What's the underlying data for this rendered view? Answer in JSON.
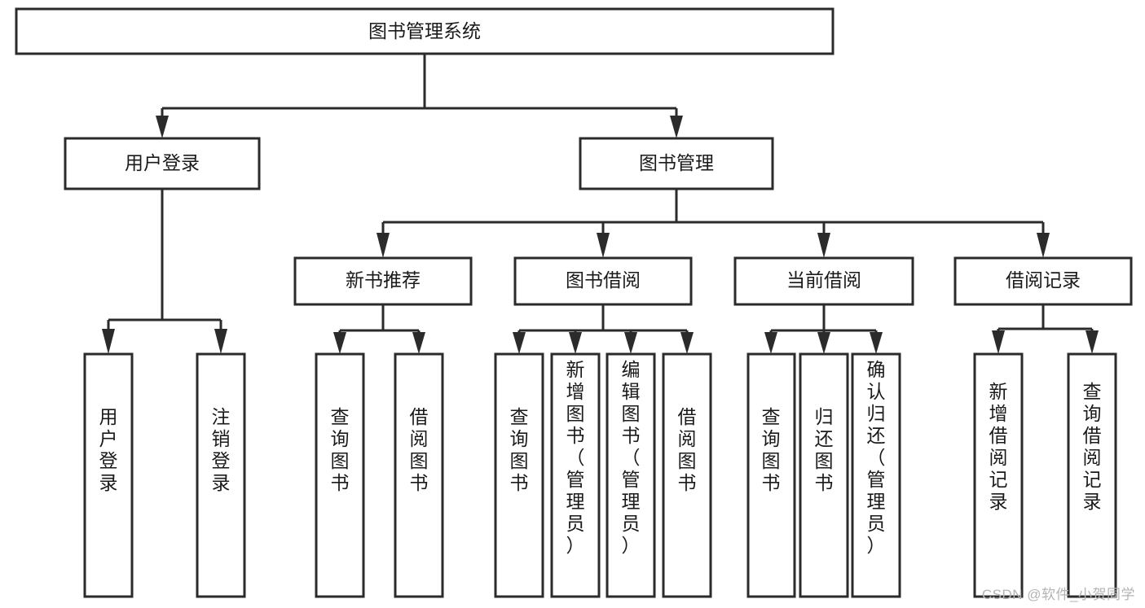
{
  "diagram": {
    "title": "图书管理系统",
    "type": "tree",
    "watermark": "CSDN @软件_小贺同学",
    "colors": {
      "background": "#ffffff",
      "stroke": "#2b2b2b",
      "text": "#1a1a1a",
      "watermark": "#b4b4b4"
    },
    "nodes": {
      "root": {
        "label": "图书管理系统",
        "level": 1,
        "orientation": "horizontal"
      },
      "l2_1": {
        "label": "用户登录",
        "level": 2,
        "orientation": "horizontal"
      },
      "l2_2": {
        "label": "图书管理",
        "level": 2,
        "orientation": "horizontal"
      },
      "l3_1": {
        "label": "新书推荐",
        "level": 3,
        "orientation": "horizontal"
      },
      "l3_2": {
        "label": "图书借阅",
        "level": 3,
        "orientation": "horizontal"
      },
      "l3_3": {
        "label": "当前借阅",
        "level": 3,
        "orientation": "horizontal"
      },
      "l3_4": {
        "label": "借阅记录",
        "level": 3,
        "orientation": "horizontal"
      },
      "leaf_1": {
        "label": "用户登录",
        "level": 4,
        "orientation": "vertical"
      },
      "leaf_2": {
        "label": "注销登录",
        "level": 4,
        "orientation": "vertical"
      },
      "leaf_3": {
        "label": "查询图书",
        "level": 4,
        "orientation": "vertical"
      },
      "leaf_4": {
        "label": "借阅图书",
        "level": 4,
        "orientation": "vertical"
      },
      "leaf_5": {
        "label": "查询图书",
        "level": 4,
        "orientation": "vertical"
      },
      "leaf_6": {
        "label": "新增图书（管理员）",
        "level": 4,
        "orientation": "vertical"
      },
      "leaf_7": {
        "label": "编辑图书（管理员）",
        "level": 4,
        "orientation": "vertical"
      },
      "leaf_8": {
        "label": "借阅图书",
        "level": 4,
        "orientation": "vertical"
      },
      "leaf_9": {
        "label": "查询图书",
        "level": 4,
        "orientation": "vertical"
      },
      "leaf_10": {
        "label": "归还图书",
        "level": 4,
        "orientation": "vertical"
      },
      "leaf_11": {
        "label": "确认归还（管理员）",
        "level": 4,
        "orientation": "vertical"
      },
      "leaf_12": {
        "label": "新增借阅记录",
        "level": 4,
        "orientation": "vertical"
      },
      "leaf_13": {
        "label": "查询借阅记录",
        "level": 4,
        "orientation": "vertical"
      }
    },
    "edges": [
      {
        "from": "root",
        "to": "l2_1"
      },
      {
        "from": "root",
        "to": "l2_2"
      },
      {
        "from": "l2_1",
        "to": "leaf_1"
      },
      {
        "from": "l2_1",
        "to": "leaf_2"
      },
      {
        "from": "l2_2",
        "to": "l3_1"
      },
      {
        "from": "l2_2",
        "to": "l3_2"
      },
      {
        "from": "l2_2",
        "to": "l3_3"
      },
      {
        "from": "l2_2",
        "to": "l3_4"
      },
      {
        "from": "l3_1",
        "to": "leaf_3"
      },
      {
        "from": "l3_1",
        "to": "leaf_4"
      },
      {
        "from": "l3_2",
        "to": "leaf_5"
      },
      {
        "from": "l3_2",
        "to": "leaf_6"
      },
      {
        "from": "l3_2",
        "to": "leaf_7"
      },
      {
        "from": "l3_2",
        "to": "leaf_8"
      },
      {
        "from": "l3_3",
        "to": "leaf_9"
      },
      {
        "from": "l3_3",
        "to": "leaf_10"
      },
      {
        "from": "l3_3",
        "to": "leaf_11"
      },
      {
        "from": "l3_4",
        "to": "leaf_12"
      },
      {
        "from": "l3_4",
        "to": "leaf_13"
      }
    ]
  }
}
